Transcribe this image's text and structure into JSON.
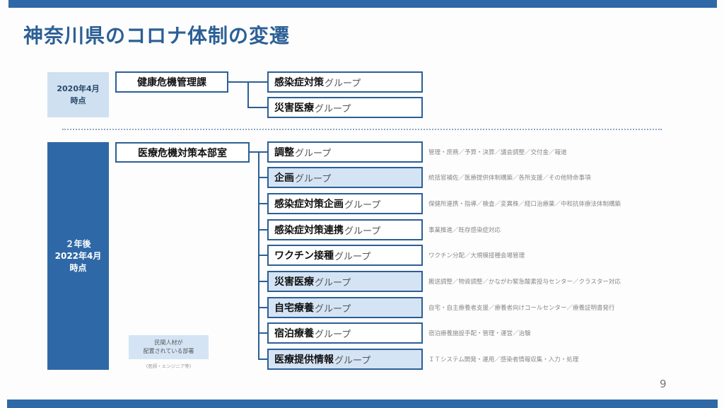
{
  "slide": {
    "title": "神奈川県のコロナ体制の変遷",
    "page_number": "9",
    "colors": {
      "brand_blue": "#2f68a6",
      "title_blue": "#2c5f95",
      "private_staff_fill": "#d4e4f5",
      "period1_fill": "#cfe0f1"
    }
  },
  "period_2020": {
    "label_line1": "2020年4月",
    "label_line2": "時点",
    "department": "健康危機管理課",
    "groups": [
      {
        "name": "感染症対策",
        "suffix": "グループ",
        "private_staff": false
      },
      {
        "name": "災害医療",
        "suffix": "グループ",
        "private_staff": false
      }
    ]
  },
  "period_2022": {
    "label_line1": "２年後",
    "label_line2": "2022年4月",
    "label_line3": "時点",
    "department": "医療危機対策本部室",
    "groups": [
      {
        "name": "調整",
        "suffix": "グループ",
        "private_staff": false,
        "description": "管理・庶務／予算・決算／議会調整／交付金／報道"
      },
      {
        "name": "企画",
        "suffix": "グループ",
        "private_staff": true,
        "description": "統括官補佐／医療提供体制構築／各所支援／その他特命事項"
      },
      {
        "name": "感染症対策企画",
        "suffix": "グループ",
        "private_staff": false,
        "description": "保健所連携・指導／検査／変異株／経口治療薬／中和抗体療法体制構築"
      },
      {
        "name": "感染症対策連携",
        "suffix": "グループ",
        "private_staff": false,
        "description": "事業推進／既存感染症対応"
      },
      {
        "name": "ワクチン接種",
        "suffix": "グループ",
        "private_staff": false,
        "description": "ワクチン分配／大規模接種会場管理"
      },
      {
        "name": "災害医療",
        "suffix": "グループ",
        "private_staff": true,
        "description": "搬送調整／物資調整／かながわ緊急酸素投与センター／クラスター対応"
      },
      {
        "name": "自宅療養",
        "suffix": "グループ",
        "private_staff": true,
        "description": "自宅・自主療養者支援／療養者向けコールセンター／療養証明書発行"
      },
      {
        "name": "宿泊療養",
        "suffix": "グループ",
        "private_staff": false,
        "description": "宿泊療養施設手配・管理・運営／治験"
      },
      {
        "name": "医療提供情報",
        "suffix": "グループ",
        "private_staff": true,
        "description": "ＩＴシステム開発・運用／感染者情報収集・入力・処理"
      }
    ]
  },
  "legend": {
    "line1": "民間人材が",
    "line2": "配置されている部署",
    "note": "(医師・エンジニア等)"
  }
}
